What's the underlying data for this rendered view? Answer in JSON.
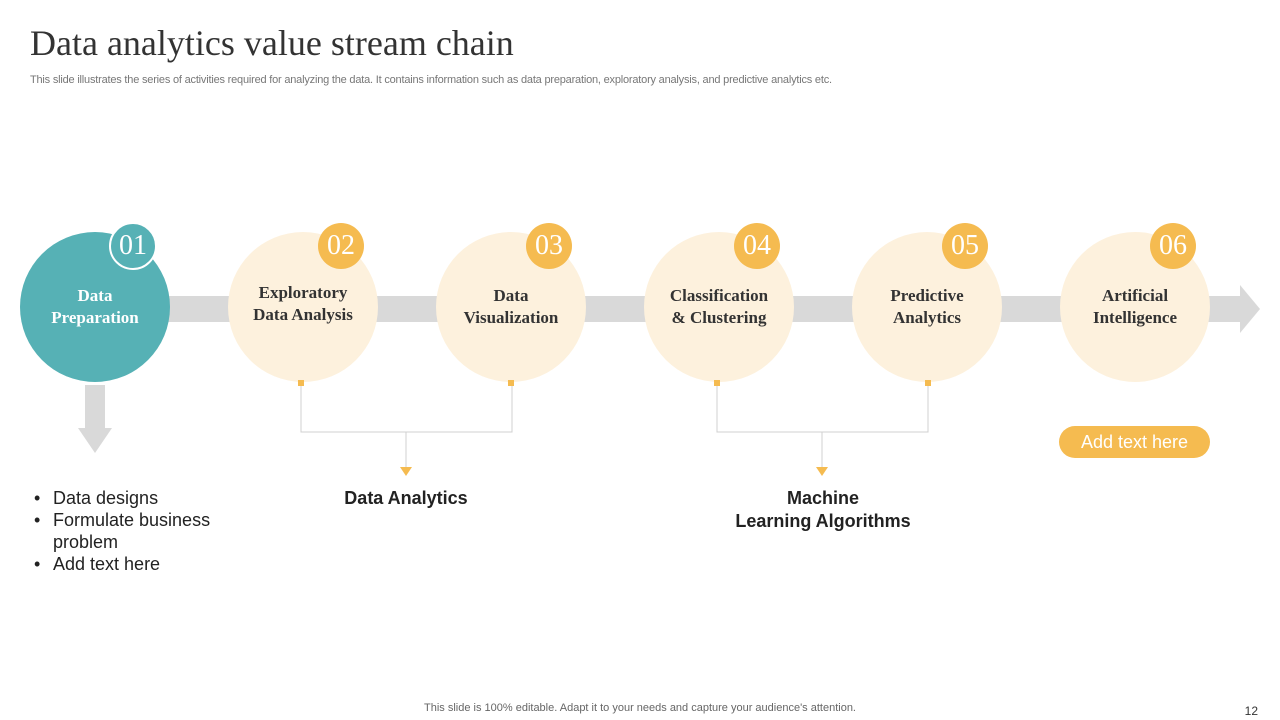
{
  "slide": {
    "title": "Data analytics value stream chain",
    "subtitle": "This slide illustrates the series of activities required for analyzing the data. It contains information such as data preparation, exploratory analysis, and predictive analytics etc.",
    "footer": "This slide is 100% editable. Adapt it to your needs and capture your audience's attention.",
    "page_number": "12"
  },
  "colors": {
    "teal": "#56b1b5",
    "orange": "#f5bb50",
    "cream": "#fdf1dd",
    "arrow_gray": "#d9d9d9"
  },
  "stages": [
    {
      "number": "01",
      "line1": "Data",
      "line2": "Preparation"
    },
    {
      "number": "02",
      "line1": "Exploratory",
      "line2": "Data Analysis"
    },
    {
      "number": "03",
      "line1": "Data",
      "line2": "Visualization"
    },
    {
      "number": "04",
      "line1": "Classification",
      "line2": "& Clustering"
    },
    {
      "number": "05",
      "line1": "Predictive",
      "line2": "Analytics"
    },
    {
      "number": "06",
      "line1": "Artificial",
      "line2": "Intelligence"
    }
  ],
  "groups": [
    {
      "line1": "Data Analytics",
      "line2": ""
    },
    {
      "line1": "Machine",
      "line2": "Learning Algorithms"
    }
  ],
  "bullets": [
    "Data designs",
    "Formulate business problem",
    "Add text here"
  ],
  "add_text_button": "Add text here"
}
